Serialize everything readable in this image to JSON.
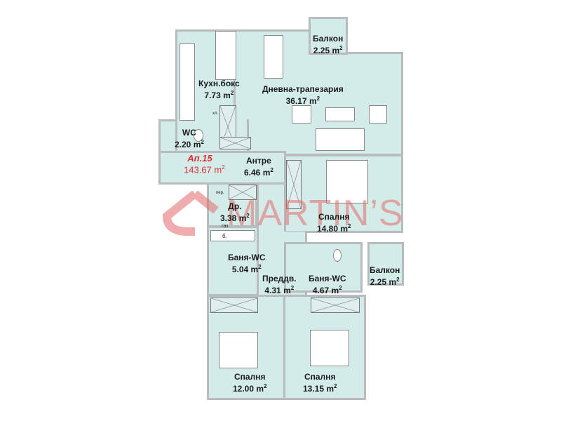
{
  "apartment": {
    "name": "Ап.15",
    "area": "143.67 m",
    "area_unit_sup": "2"
  },
  "watermark": {
    "text": "MARTIN’S",
    "color": "#e56a6a"
  },
  "rooms": [
    {
      "name": "Балкон",
      "area": "2.25  m"
    },
    {
      "name": "Кухн.бокс",
      "area": "7.73  m"
    },
    {
      "name": "Дневна-трапезария",
      "area": "36.17  m"
    },
    {
      "name": "WC",
      "area": "2.20  m"
    },
    {
      "name": "Антре",
      "area": "6.46  m"
    },
    {
      "name": "Др.",
      "area": "3.38  m"
    },
    {
      "name": "Спалня",
      "area": "14.80  m"
    },
    {
      "name": "Баня-WC",
      "area": "5.04  m"
    },
    {
      "name": "Преддв.",
      "area": "4.31  m"
    },
    {
      "name": "Баня-WC",
      "area": "4.67  m"
    },
    {
      "name": "Балкон",
      "area": "2.25  m"
    },
    {
      "name": "Спалня",
      "area": "12.00  m"
    },
    {
      "name": "Спалня",
      "area": "13.15  m"
    }
  ],
  "sup": "2",
  "fixture_labels": {
    "closet": "хл.",
    "storage": "пер.",
    "gas": "газ",
    "boiler": "б."
  },
  "colors": {
    "floor": "#d3ecea",
    "wall": "#b9bcbc",
    "apartment_label": "#e03030"
  }
}
